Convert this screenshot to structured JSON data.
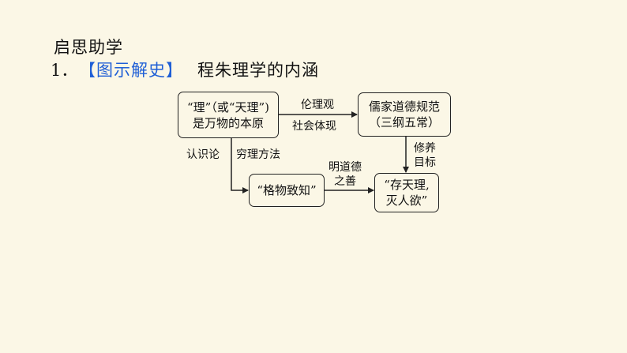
{
  "heading": "启思助学",
  "item": {
    "number": "1．",
    "tag": "【图示解史】",
    "title": "程朱理学的内涵"
  },
  "diagram": {
    "nodes": {
      "li": [
        "“理”（或“天理”)",
        "是万物的本原"
      ],
      "confucian": [
        "儒家道德规范",
        "（三纲五常）"
      ],
      "gewu": "“格物致知”",
      "cuntian": [
        "“存天理,",
        "灭人欲”"
      ]
    },
    "edges": {
      "top_upper": "伦理观",
      "top_lower": "社会体现",
      "down_left": "认识论",
      "down_right": "穷理方法",
      "mid": [
        "明道德",
        "之善"
      ],
      "right": [
        "修养",
        "目标"
      ]
    }
  },
  "colors": {
    "accent": "#1f5fd6",
    "background": "#fbf7e6"
  }
}
